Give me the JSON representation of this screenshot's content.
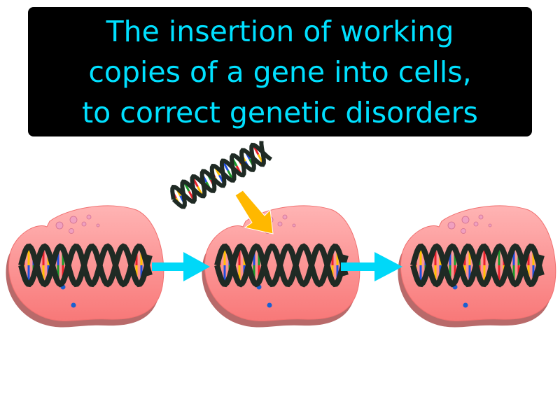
{
  "caption": {
    "lines": [
      "The insertion of working",
      "copies of a gene into cells,",
      "to correct genetic disorders"
    ]
  },
  "colors": {
    "caption_bg": "#000000",
    "caption_text": "#00e0ff",
    "cell_fill": "#f98c8c",
    "cell_shadow": "#b86a6a",
    "flow_arrow": "#00d8f8",
    "insert_arrow": "#ffb800",
    "dna_backbone": "#1f2a24",
    "base_colors": [
      "#e8202a",
      "#ffc000",
      "#1f4fe0",
      "#1a9a2a"
    ]
  },
  "diagram": {
    "steps": [
      "cell-with-defective-gene",
      "gene-insertion",
      "cell-with-working-gene"
    ]
  }
}
